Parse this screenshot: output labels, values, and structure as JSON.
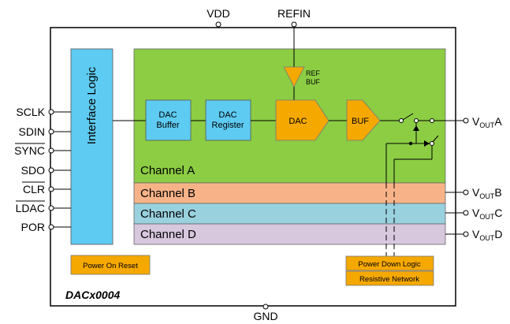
{
  "top_pins": {
    "vdd": "VDD",
    "refin": "REFIN"
  },
  "bottom_pins": {
    "gnd": "GND"
  },
  "left_pins": [
    {
      "label": "SCLK",
      "overbar": false
    },
    {
      "label": "SDIN",
      "overbar": false
    },
    {
      "label": "SYNC",
      "overbar": true
    },
    {
      "label": "SDO",
      "overbar": false
    },
    {
      "label": "CLR",
      "overbar": true
    },
    {
      "label": "LDAC",
      "overbar": true
    },
    {
      "label": "POR",
      "overbar": false
    }
  ],
  "right_pins": [
    {
      "main": "V",
      "sub": "OUT",
      "suffix": "A"
    },
    {
      "main": "V",
      "sub": "OUT",
      "suffix": "B"
    },
    {
      "main": "V",
      "sub": "OUT",
      "suffix": "C"
    },
    {
      "main": "V",
      "sub": "OUT",
      "suffix": "D"
    }
  ],
  "interface_logic": {
    "label": "Interface Logic"
  },
  "ref_buf": {
    "line1": "REF",
    "line2": "BUF"
  },
  "dac_buffer": {
    "line1": "DAC",
    "line2": "Buffer"
  },
  "dac_register": {
    "line1": "DAC",
    "line2": "Register"
  },
  "dac": {
    "label": "DAC"
  },
  "buf": {
    "label": "BUF"
  },
  "channels": {
    "a": "Channel A",
    "b": "Channel B",
    "c": "Channel C",
    "d": "Channel D"
  },
  "power_on_reset": "Power On Reset",
  "power_down_logic": "Power Down Logic",
  "resistive_network": "Resistive Network",
  "part_name": "DACx0004",
  "colors": {
    "interface_logic": "#5ecbf2",
    "channel_a": "#8ccd44",
    "channel_b": "#f7b387",
    "channel_c": "#99d1df",
    "channel_d": "#d7c8de",
    "orange": "#f5a800",
    "light_blue_block": "#5ecbf2"
  }
}
